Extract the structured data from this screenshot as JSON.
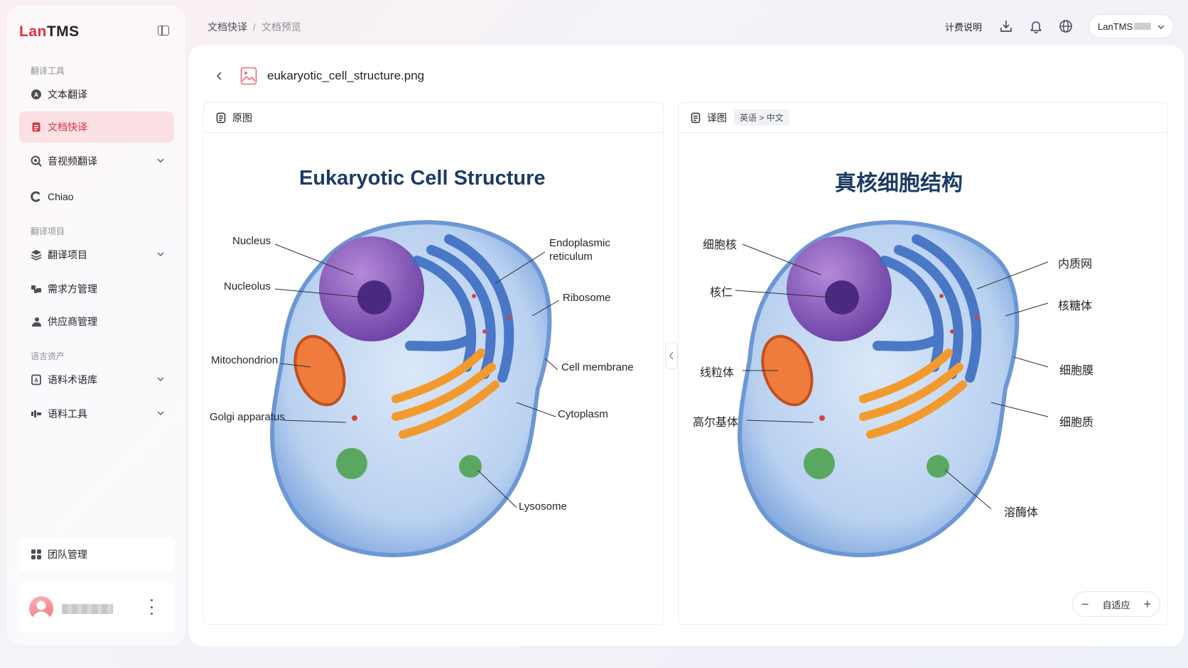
{
  "sidebar": {
    "logo_prefix": "Lan",
    "logo_suffix": "TMS",
    "groups": {
      "translation_tools": "翻译工具",
      "translation_projects": "翻译项目",
      "language_assets": "语言资产"
    },
    "items": {
      "text_translation": "文本翻译",
      "doc_translation": "文档快译",
      "av_translation": "音视频翻译",
      "chiao": "Chiao",
      "projects": "翻译项目",
      "demand_mgmt": "需求方管理",
      "vendor_mgmt": "供应商管理",
      "corpus_term": "语料术语库",
      "corpus_tools": "语料工具"
    },
    "team_mgmt": "团队管理"
  },
  "header": {
    "breadcrumb_root": "文档快译",
    "breadcrumb_sep": "/",
    "breadcrumb_current": "文档预览",
    "billing": "计费说明",
    "user_label": "LanTMS"
  },
  "main": {
    "file_name": "eukaryotic_cell_structure.png",
    "left_pane_title": "原图",
    "right_pane_title": "译图",
    "lang_pair": "英语 > 中文",
    "zoom_label": "自适应",
    "zoom_minus": "−",
    "zoom_plus": "+"
  },
  "original_image": {
    "title": "Eukaryotic Cell Structure",
    "labels": {
      "nucleus": "Nucleus",
      "nucleolus": "Nucleolus",
      "mitochondrion": "Mitochondrion",
      "golgi": "Golgi apparatus",
      "er_line1": "Endoplasmic",
      "er_line2": "reticulum",
      "ribosome": "Ribosome",
      "membrane": "Cell membrane",
      "cytoplasm": "Cytoplasm",
      "lysosome": "Lysosome"
    }
  },
  "translated_image": {
    "title": "真核细胞结构",
    "labels": {
      "nucleus": "细胞核",
      "nucleolus": "核仁",
      "mitochondrion": "线粒体",
      "golgi": "高尔基体",
      "er": "内质网",
      "ribosome": "核糖体",
      "membrane": "细胞膜",
      "cytoplasm": "细胞质",
      "lysosome": "溶酶体"
    }
  },
  "colors": {
    "brand": "#e0313f",
    "active_bg": "#fbe1e4",
    "title_blue": "#1d3b66"
  }
}
